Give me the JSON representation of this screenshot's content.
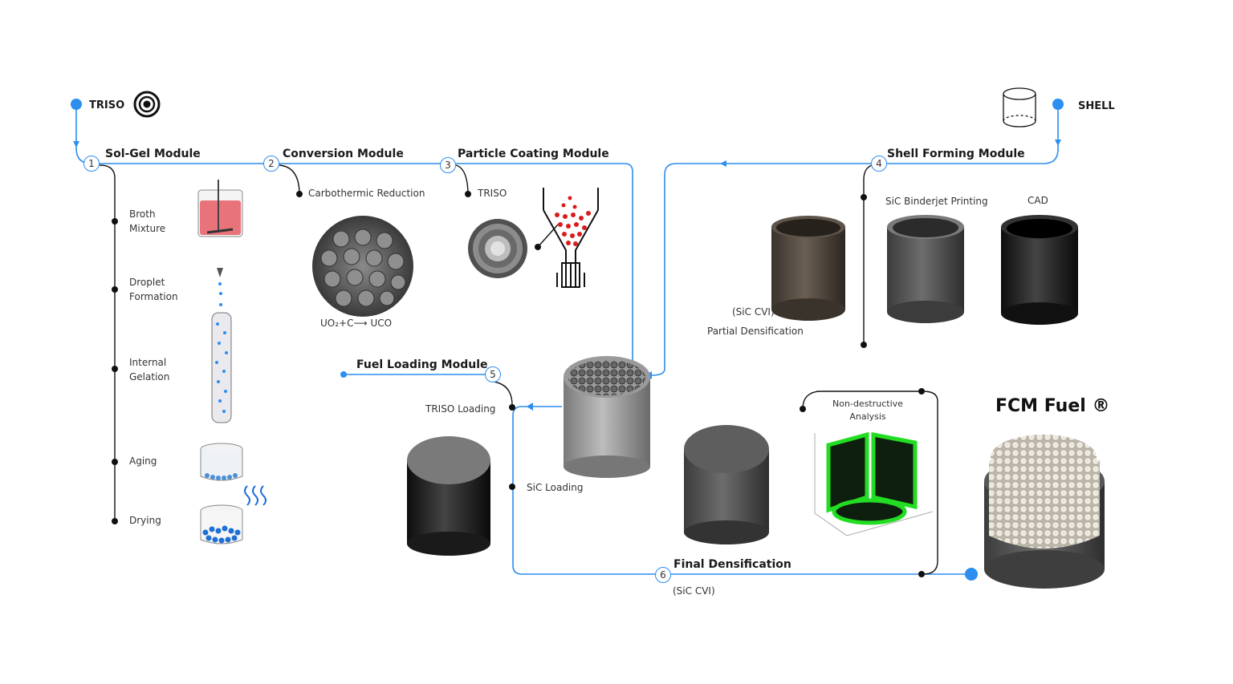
{
  "sources": {
    "triso": "TRISO",
    "shell": "SHELL"
  },
  "modules": {
    "sol_gel": "Sol-Gel Module",
    "conversion": "Conversion Module",
    "particle_coating": "Particle Coating Module",
    "shell_forming": "Shell Forming Module",
    "fuel_loading": "Fuel Loading Module",
    "final_densification": "Final Densification"
  },
  "step_numbers": [
    "1",
    "2",
    "3",
    "4",
    "5",
    "6"
  ],
  "sol_gel_steps": [
    "Broth\nMixture",
    "Droplet\nFormation",
    "Internal\nGelation",
    "Aging",
    "Drying"
  ],
  "conversion_steps": {
    "reduction": "Carbothermic Reduction",
    "reaction": "UO₂+C⟶ UCO"
  },
  "coating_steps": {
    "triso": "TRISO"
  },
  "shell_steps": {
    "binderjet": "SiC Binderjet Printing",
    "cad": "CAD",
    "sic_cvi": "(SiC CVI)",
    "partial": "Partial Densification"
  },
  "loading_steps": {
    "triso_loading": "TRISO Loading",
    "sic_loading": "SiC Loading"
  },
  "final_steps": {
    "sic_cvi": "(SiC CVI)",
    "ndt": "Non-destructive\nAnalysis"
  },
  "product": {
    "title": "FCM Fuel ®"
  },
  "colors": {
    "flow_line": "#2b8ef0",
    "step_line": "#111111",
    "broth": "#e8737a",
    "droplet": "#2b8ef0",
    "triso_particle": "#d81b1b",
    "ndt_glow": "#22dd22"
  }
}
